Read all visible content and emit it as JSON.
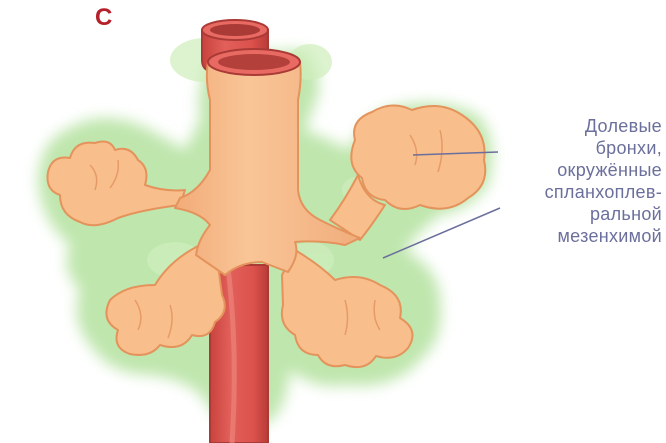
{
  "panel": {
    "letter": "C"
  },
  "callout": {
    "lines": [
      "Долевые",
      "бронхи,",
      "окружённые",
      "спланхоплев-",
      "ральной",
      "мезенхимой"
    ]
  },
  "colors": {
    "mesenchyme_green": "#b9e3a7",
    "bud_peach": "#f8be8c",
    "bud_outline": "#e79b64",
    "esophagus_red": "#de5550",
    "esophagus_dark": "#a93a36",
    "label_text": "#6b6f9b",
    "panel_letter": "#b5212b"
  }
}
